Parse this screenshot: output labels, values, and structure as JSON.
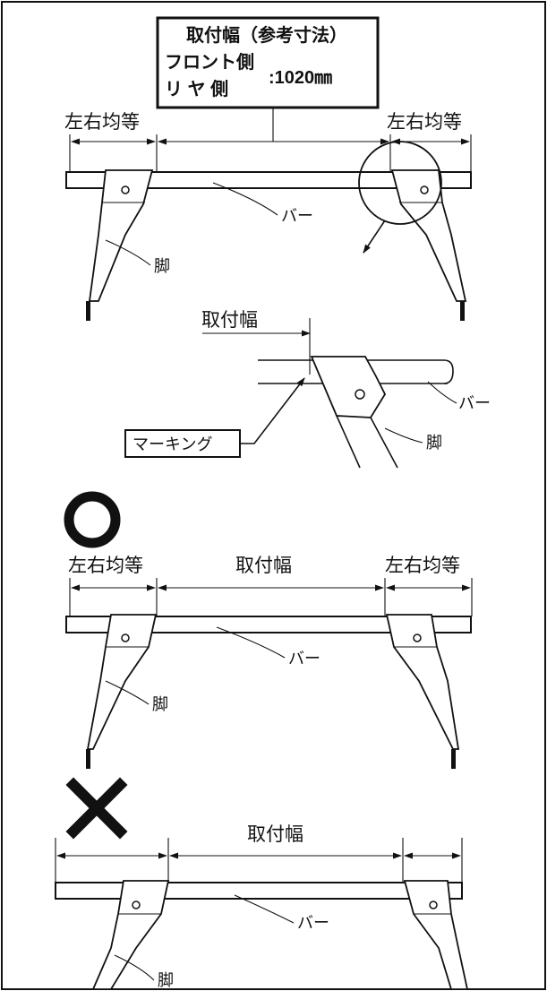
{
  "spec_box": {
    "title": "取付幅（参考寸法）",
    "front_label": "フロント側",
    "rear_label": "リ ヤ 側",
    "value": ":1020㎜"
  },
  "labels": {
    "equal_lr": "左右均等",
    "bar": "バー",
    "leg": "脚",
    "mount_width": "取付幅",
    "marking": "マーキング"
  },
  "verdicts": {
    "correct": "◯",
    "wrong": "✕"
  }
}
